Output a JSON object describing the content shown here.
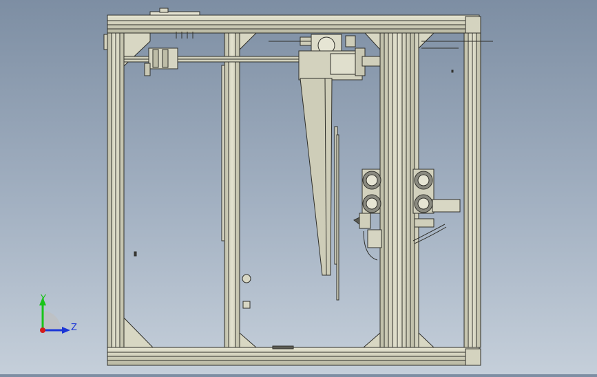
{
  "viewport": {
    "background_top": "#7d8ea3",
    "background_bottom": "#c5cfda",
    "frame_color": "#d9d8c4",
    "frame_edge": "#2f2f2a",
    "part_color": "#cfcfbc"
  },
  "triad": {
    "y_label": "Y",
    "z_label": "Z",
    "y_color": "#19c419",
    "z_color": "#1b35d6",
    "x_color": "#d61b1b"
  },
  "model": {
    "view_orientation": "side",
    "components": [
      "frame",
      "top-rail",
      "bottom-rail",
      "left-post",
      "inner-post",
      "right-post-group",
      "right-corner-post",
      "horizontal-shaft",
      "tapered-arm",
      "roller-assembly",
      "corner-braces",
      "sensor-ports"
    ]
  }
}
